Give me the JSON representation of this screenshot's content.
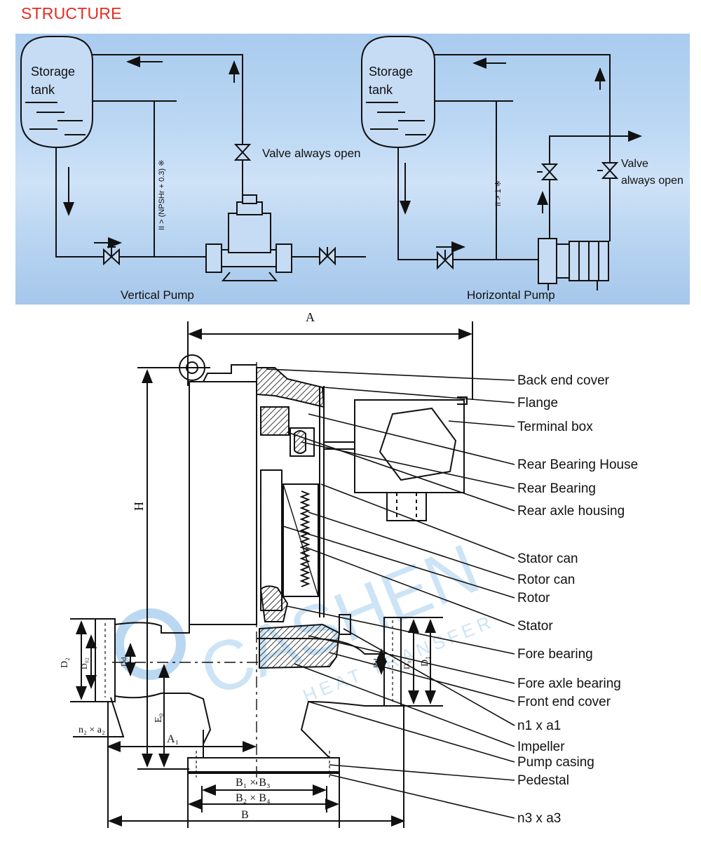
{
  "header": {
    "title": "STRUCTURE"
  },
  "schematic": {
    "left": {
      "tank_label_1": "Storage",
      "tank_label_2": "tank",
      "valve_label": "Valve always open",
      "height_note": "II > (NPSHr + 0.3) ※",
      "pump_label": "Vertical Pump"
    },
    "right": {
      "tank_label_1": "Storage",
      "tank_label_2": "tank",
      "valve_label_1": "Valve",
      "valve_label_2": "always open",
      "height_note": "II > 1 ※",
      "pump_label": "Horizontal Pump"
    }
  },
  "drawing": {
    "dims": {
      "A": "A",
      "H": "H",
      "D2": "D₂",
      "D02": "D₀₂",
      "Dd2": "Dd₂",
      "Dd1": "Dd₁",
      "D01": "D₀₁",
      "D1": "D₁",
      "E0": "E₀",
      "A1": "A₁",
      "n2a2": "n₂ × a₂",
      "B1B3": "B₁ × B₃",
      "B2B4": "B₂ × B₄",
      "B": "B"
    },
    "watermark": {
      "brand": "CASHEN",
      "sub": "HEAT TRANSFER"
    },
    "callouts": [
      "Back end cover",
      "Flange",
      "Terminal box",
      "Rear Bearing House",
      "Rear Bearing",
      "Rear axle housing",
      "Stator can",
      "Rotor can",
      "Rotor",
      "Stator",
      "Fore bearing",
      "Fore axle bearing",
      "Front end cover",
      "n1 x a1",
      "Impeller",
      "Pump casing",
      "Pedestal",
      "n3 x a3"
    ]
  }
}
